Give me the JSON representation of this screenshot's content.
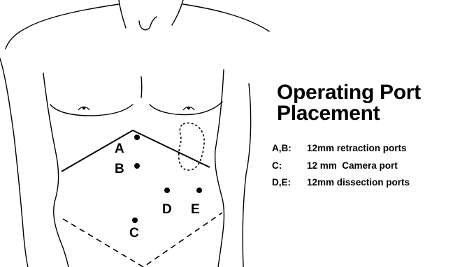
{
  "title": {
    "line1": "Operating Port",
    "line2": "Placement"
  },
  "ports": [
    {
      "label": "A",
      "purpose": "retraction"
    },
    {
      "label": "B",
      "purpose": "retraction"
    },
    {
      "label": "C",
      "purpose": "camera"
    },
    {
      "label": "D",
      "purpose": "dissection"
    },
    {
      "label": "E",
      "purpose": "dissection"
    }
  ],
  "legend": [
    {
      "key": "A,B:",
      "text": "12mm retraction ports"
    },
    {
      "key": "C:",
      "text": "12 mm  Camera port"
    },
    {
      "key": "D,E:",
      "text": "12mm dissection ports"
    }
  ],
  "colors": {
    "ink": "#000000",
    "background": "#ffffff"
  }
}
